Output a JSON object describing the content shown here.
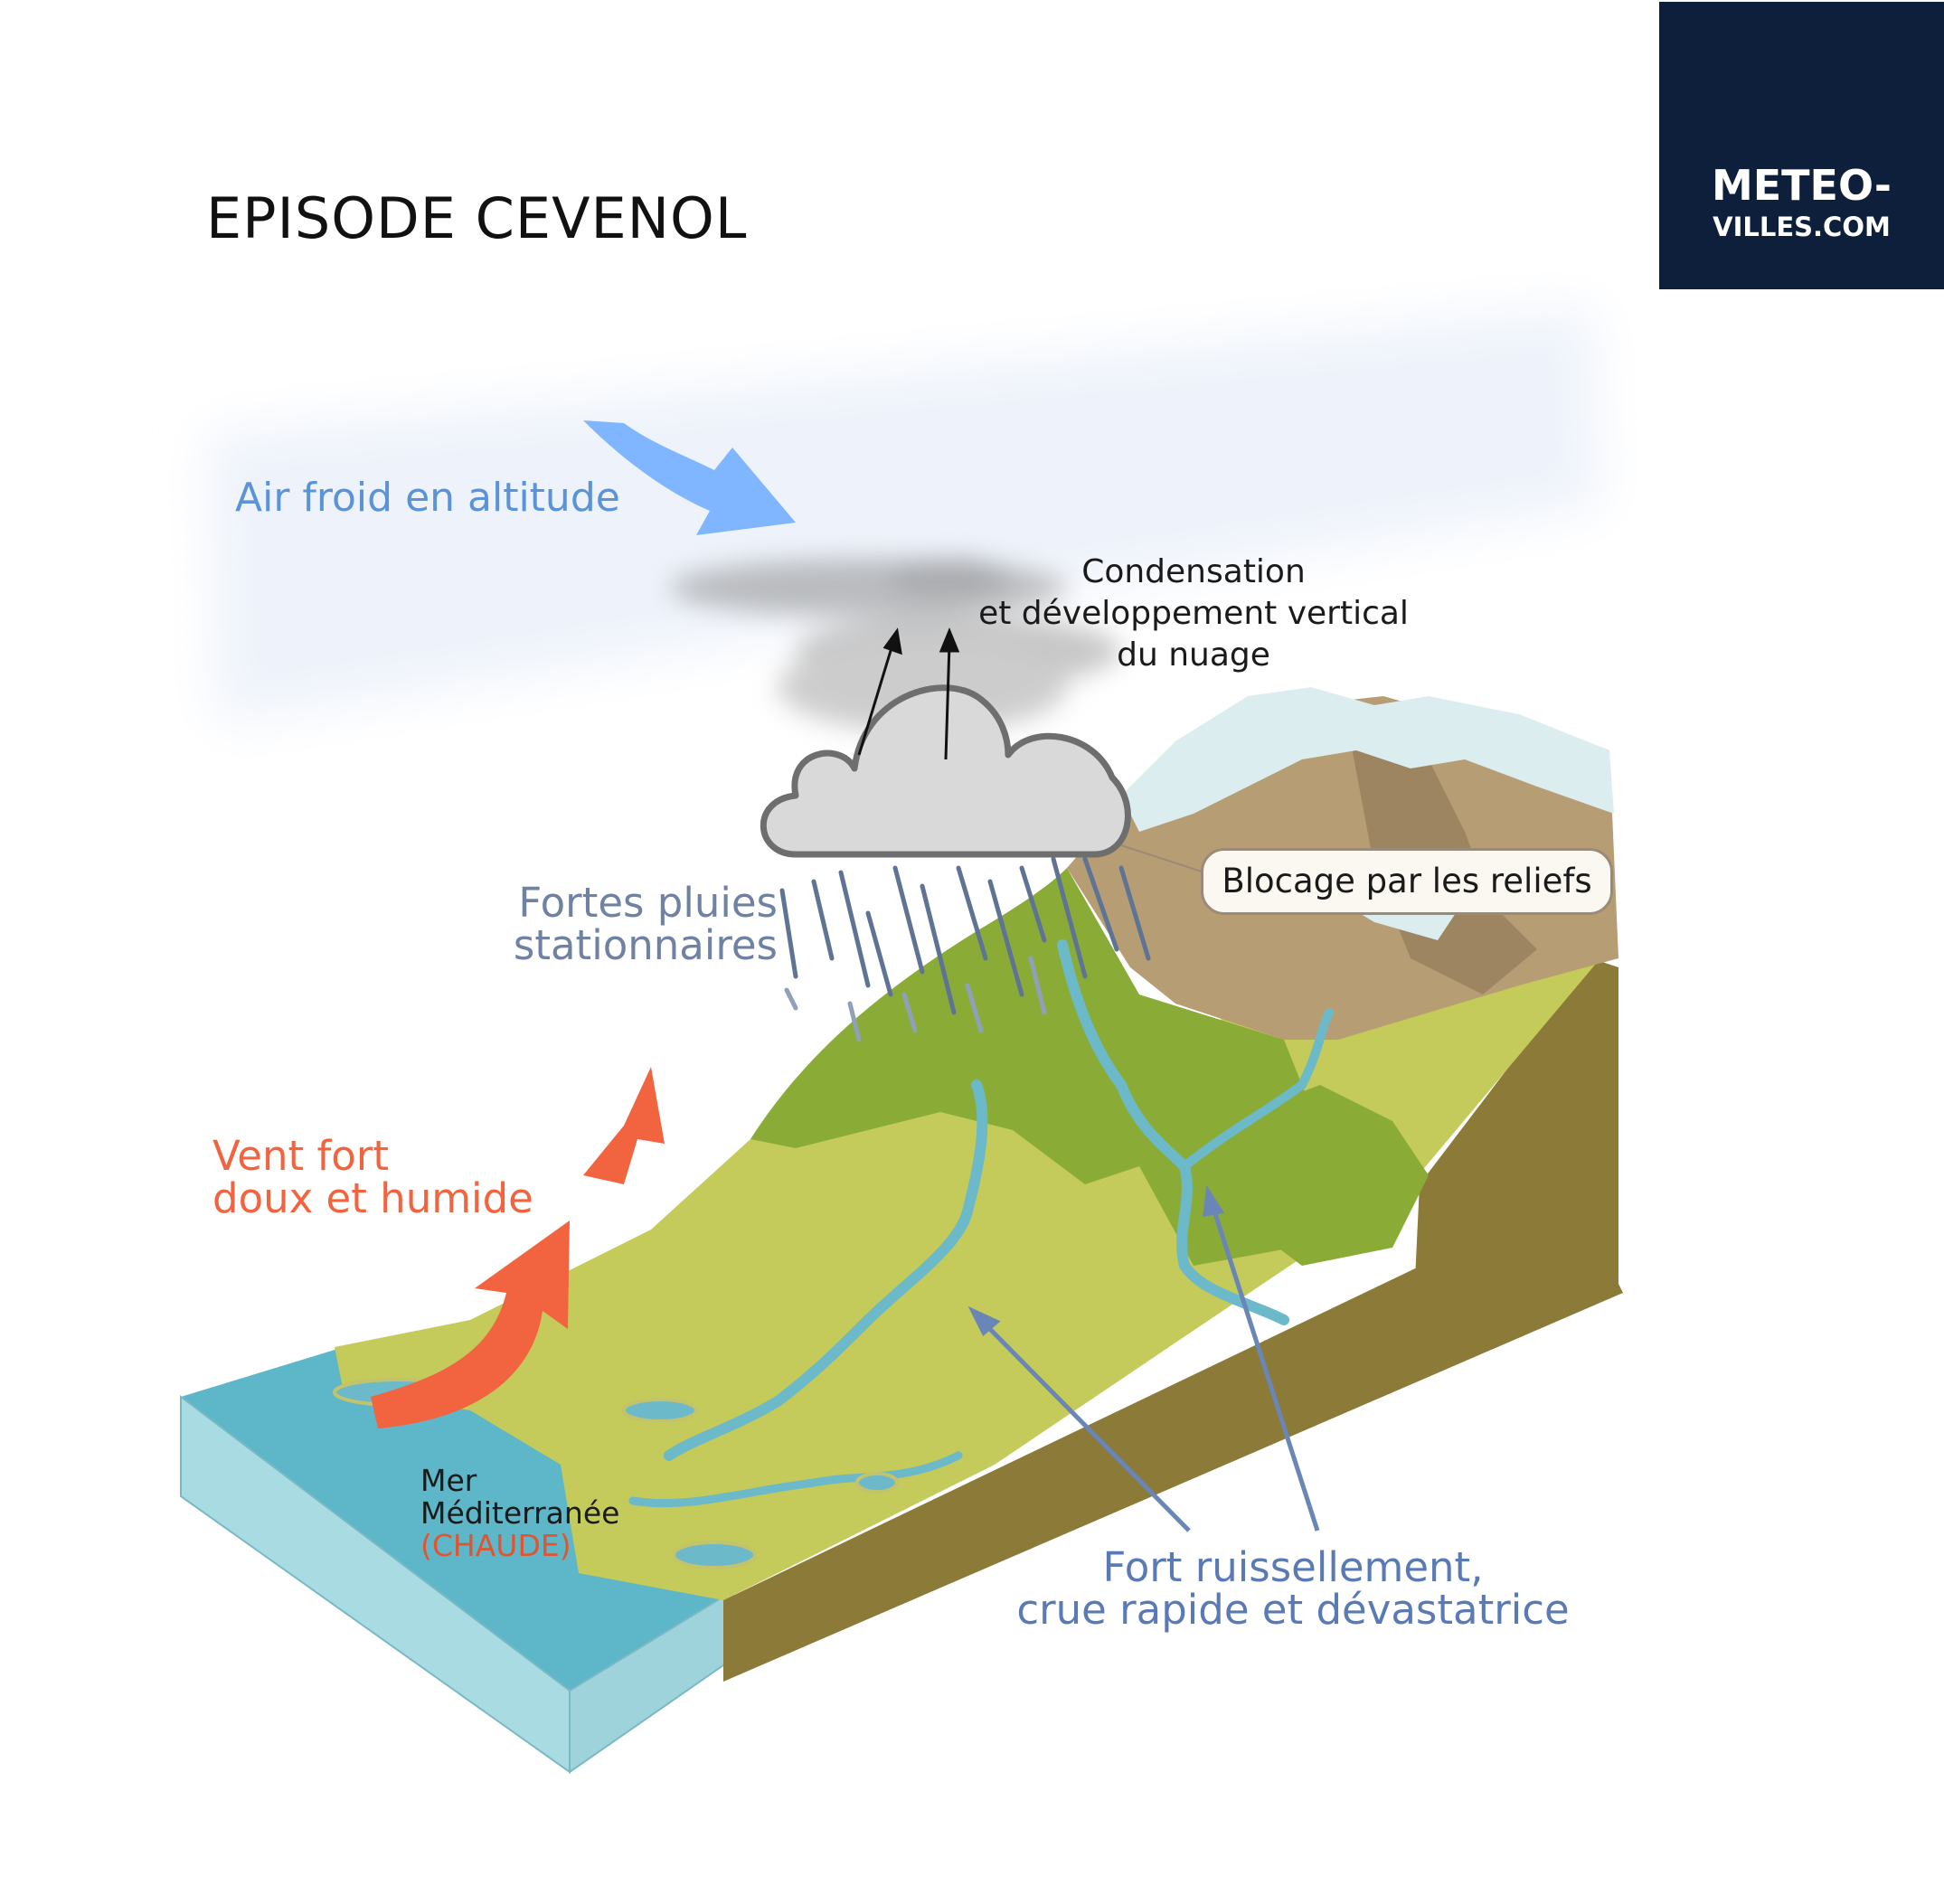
{
  "title": "EPISODE CEVENOL",
  "logo": {
    "line1": "METEO-",
    "line2": "VILLES.COM",
    "background": "#0d1f3a",
    "sun_color": "#e08a12",
    "moon_color": "#e8ecf4"
  },
  "labels": {
    "cold_air": "Air froid en altitude",
    "condensation": [
      "Condensation",
      "et développement vertical",
      "du nuage"
    ],
    "rain": [
      "Fortes pluies",
      "stationnaires"
    ],
    "blocking": "Blocage par les reliefs",
    "wind": [
      "Vent fort",
      "doux et humide"
    ],
    "sea_name": [
      "Mer",
      "Méditerranée"
    ],
    "sea_temp": "(CHAUDE)",
    "flood": [
      "Fort ruissellement,",
      "crue rapide et dévastatrice"
    ]
  },
  "colors": {
    "cold_air": "#5b93d8",
    "cold_arrow": "#7fb6ff",
    "wind": "#f2633f",
    "rain_text": "#6f82a3",
    "flood_text": "#5a7ab6",
    "sea_temp": "#e0552f",
    "sea_top": "#5db7c8",
    "sea_side": "#a9dbe3",
    "plain": "#c4cb5a",
    "forest": "#8aac37",
    "mountain": "#b79d73",
    "snow": "#dcedf0",
    "soil": "#8b7a38",
    "river": "#6cb9c9"
  }
}
